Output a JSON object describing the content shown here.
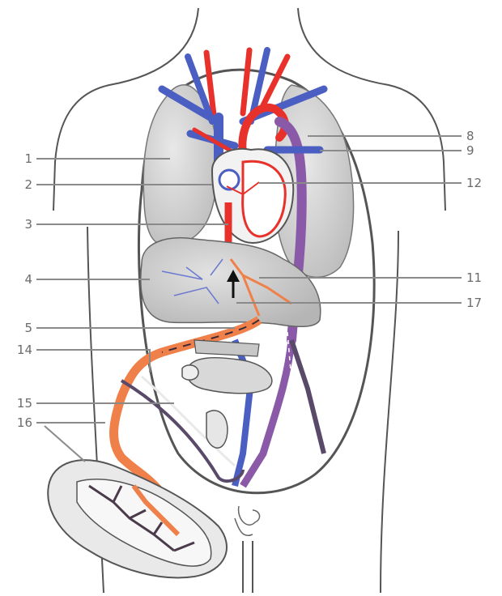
{
  "labels_left": [
    {
      "id": "1",
      "text": "1"
    },
    {
      "id": "2",
      "text": "2"
    },
    {
      "id": "3",
      "text": "3"
    },
    {
      "id": "4",
      "text": "4"
    },
    {
      "id": "5",
      "text": "5"
    },
    {
      "id": "14",
      "text": "14"
    },
    {
      "id": "15",
      "text": "15"
    },
    {
      "id": "16",
      "text": "16"
    }
  ],
  "labels_right": [
    {
      "id": "8",
      "text": "8"
    },
    {
      "id": "9",
      "text": "9"
    },
    {
      "id": "12",
      "text": "12"
    },
    {
      "id": "11",
      "text": "11"
    },
    {
      "id": "17",
      "text": "17"
    }
  ],
  "colors": {
    "artery": "#e8312b",
    "vein": "#4a5fc1",
    "purple_vessel": "#8a5aa8",
    "portal": "#f0804a",
    "organ_fill": "#cfcfcf",
    "outline": "#4a3a3a",
    "leader": "#8a8a8a"
  }
}
